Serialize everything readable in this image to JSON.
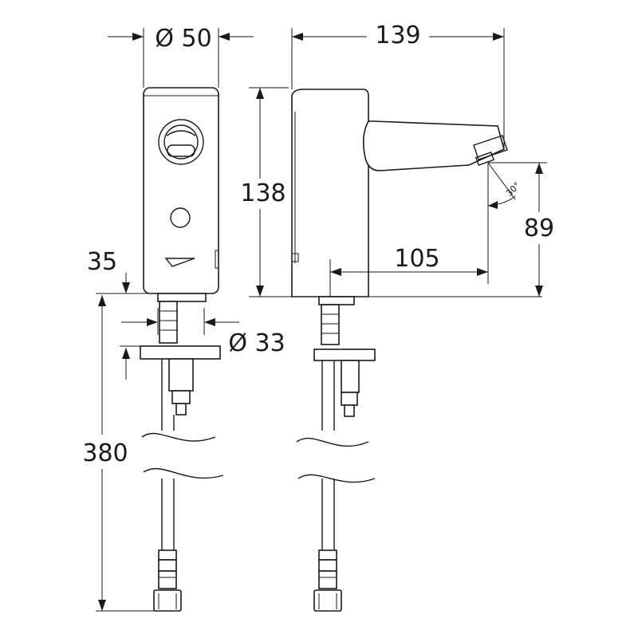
{
  "dimensions": {
    "body_diameter": "Ø 50",
    "total_depth": "139",
    "height": "138",
    "outlet_height": "89",
    "spout_reach": "105",
    "thread_offset": "35",
    "hole_diameter": "Ø 33",
    "hose_length": "380",
    "spout_angle": "30°"
  }
}
